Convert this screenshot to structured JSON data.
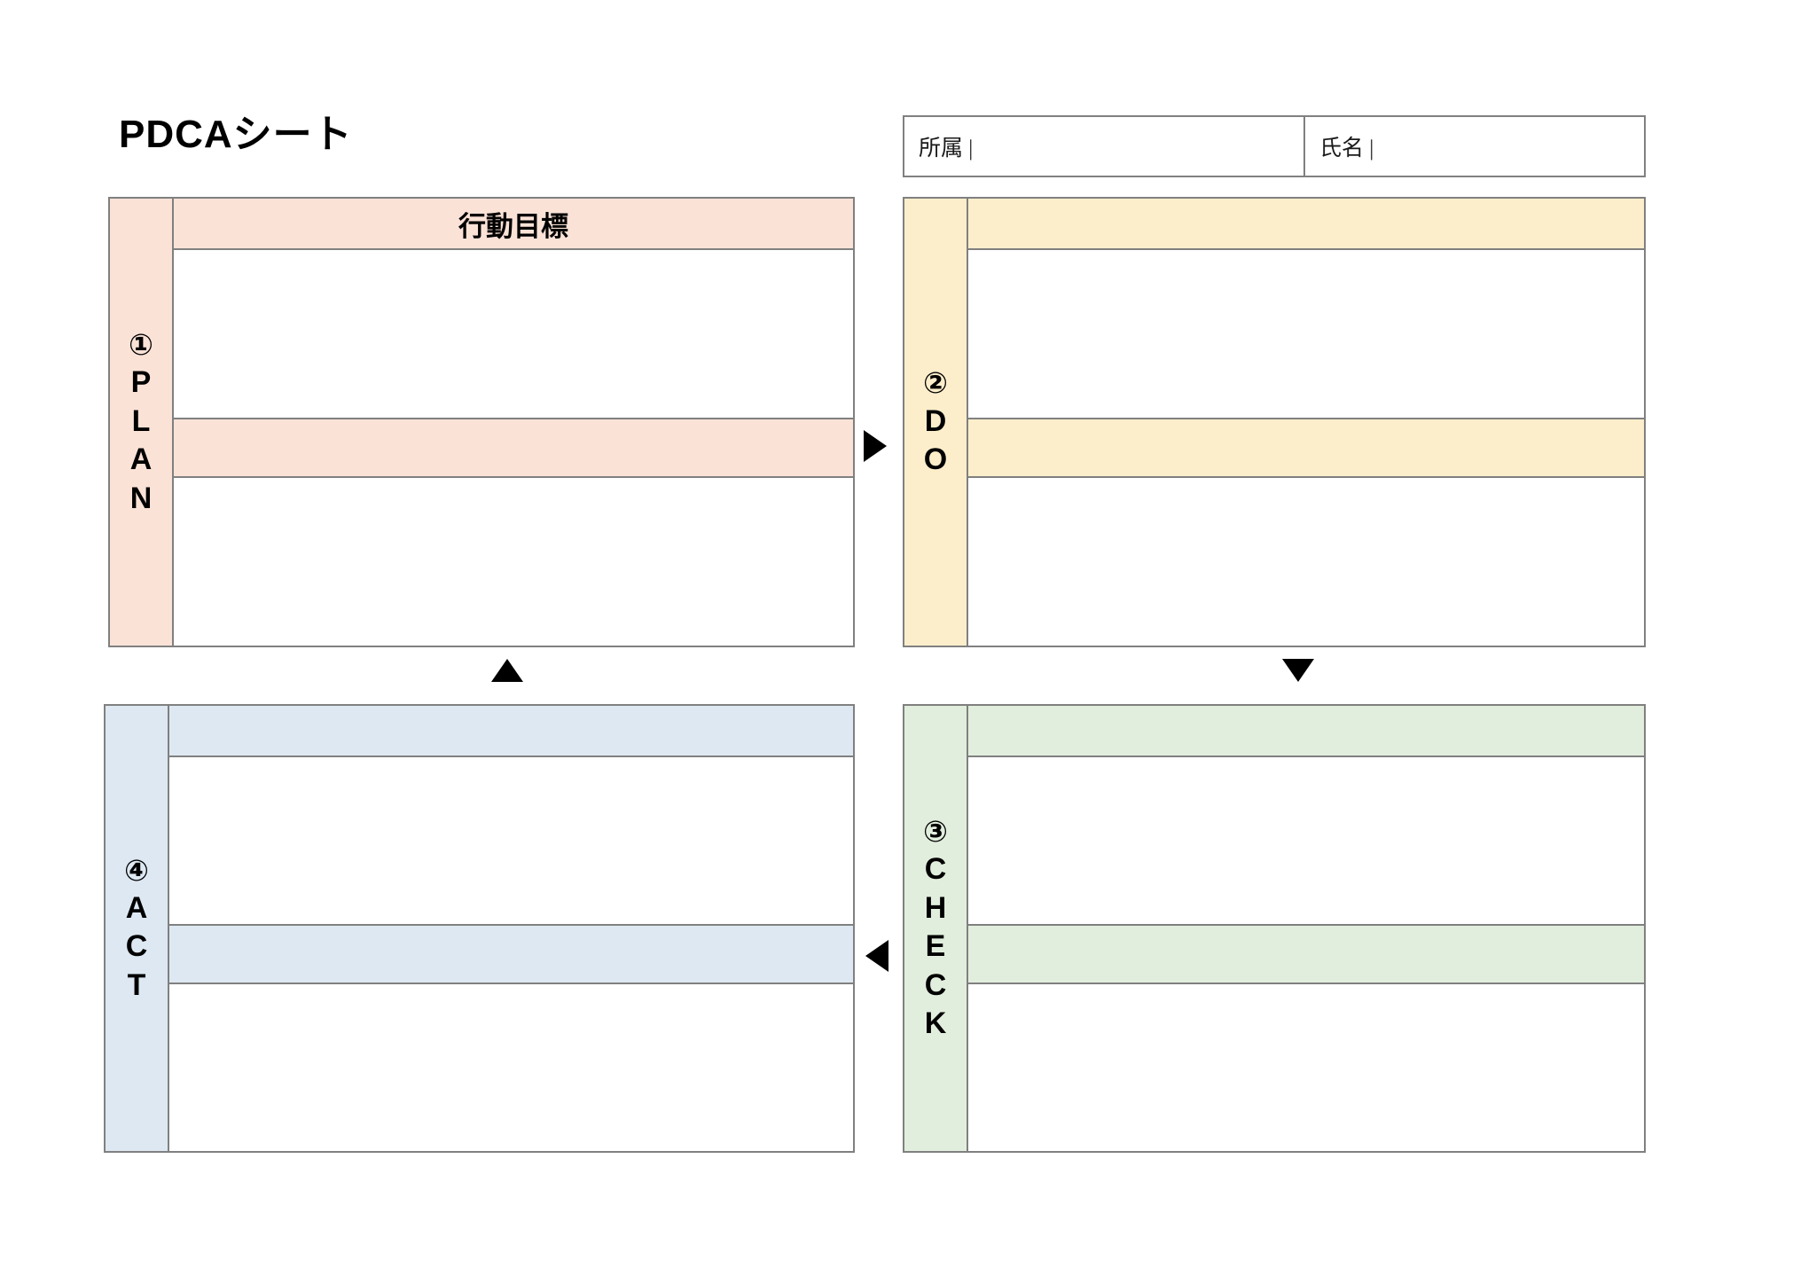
{
  "page": {
    "title": "PDCAシート",
    "background_color": "#ffffff",
    "border_color": "#808080"
  },
  "header": {
    "title": "PDCAシート",
    "fields": [
      {
        "name": "affiliation",
        "label": "所属",
        "value": "所属 |",
        "placeholder": "所属"
      },
      {
        "name": "fullname",
        "label": "氏名",
        "value": "氏名 |",
        "placeholder": "氏名"
      }
    ]
  },
  "quadrants": [
    {
      "id": "plan",
      "step": "①",
      "letters": [
        "P",
        "L",
        "A",
        "N"
      ],
      "accent_color": "#fbe2d7",
      "position": "top-left",
      "rows": [
        {
          "type": "header",
          "text": "行動目標"
        },
        {
          "type": "write",
          "text": ""
        },
        {
          "type": "strip",
          "text": ""
        },
        {
          "type": "write",
          "text": ""
        }
      ]
    },
    {
      "id": "do",
      "step": "②",
      "letters": [
        "D",
        "O"
      ],
      "accent_color": "#fdeecb",
      "position": "top-right",
      "rows": [
        {
          "type": "header",
          "text": ""
        },
        {
          "type": "write",
          "text": ""
        },
        {
          "type": "strip",
          "text": ""
        },
        {
          "type": "write",
          "text": ""
        }
      ]
    },
    {
      "id": "act",
      "step": "④",
      "letters": [
        "A",
        "C",
        "T"
      ],
      "accent_color": "#dde8f2",
      "position": "bottom-left",
      "rows": [
        {
          "type": "header",
          "text": ""
        },
        {
          "type": "write",
          "text": ""
        },
        {
          "type": "strip",
          "text": ""
        },
        {
          "type": "write",
          "text": ""
        }
      ]
    },
    {
      "id": "check",
      "step": "③",
      "letters": [
        "C",
        "H",
        "E",
        "C",
        "K"
      ],
      "accent_color": "#e2eedd",
      "position": "bottom-right",
      "rows": [
        {
          "type": "header",
          "text": ""
        },
        {
          "type": "write",
          "text": ""
        },
        {
          "type": "strip",
          "text": ""
        },
        {
          "type": "write",
          "text": ""
        }
      ]
    }
  ],
  "arrows": [
    {
      "name": "plan-to-do",
      "direction": "right",
      "glyph": "▶"
    },
    {
      "name": "do-to-check",
      "direction": "down",
      "glyph": "▼"
    },
    {
      "name": "check-to-act",
      "direction": "left",
      "glyph": "◀"
    },
    {
      "name": "act-to-plan",
      "direction": "up",
      "glyph": "▲"
    }
  ]
}
